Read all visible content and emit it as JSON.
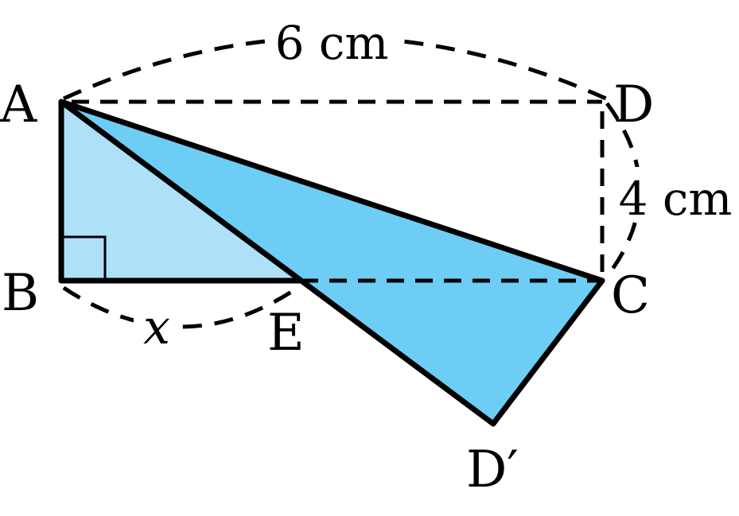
{
  "points": {
    "A": "A",
    "B": "B",
    "C": "C",
    "D": "D",
    "E": "E",
    "D_prime": "D′"
  },
  "measures": {
    "top": "6 cm",
    "right": "4 cm",
    "bottom": "x"
  },
  "colors": {
    "light_fill": "#aee0f8",
    "fold_fill": "#6ecdf5",
    "stroke": "#000000"
  }
}
